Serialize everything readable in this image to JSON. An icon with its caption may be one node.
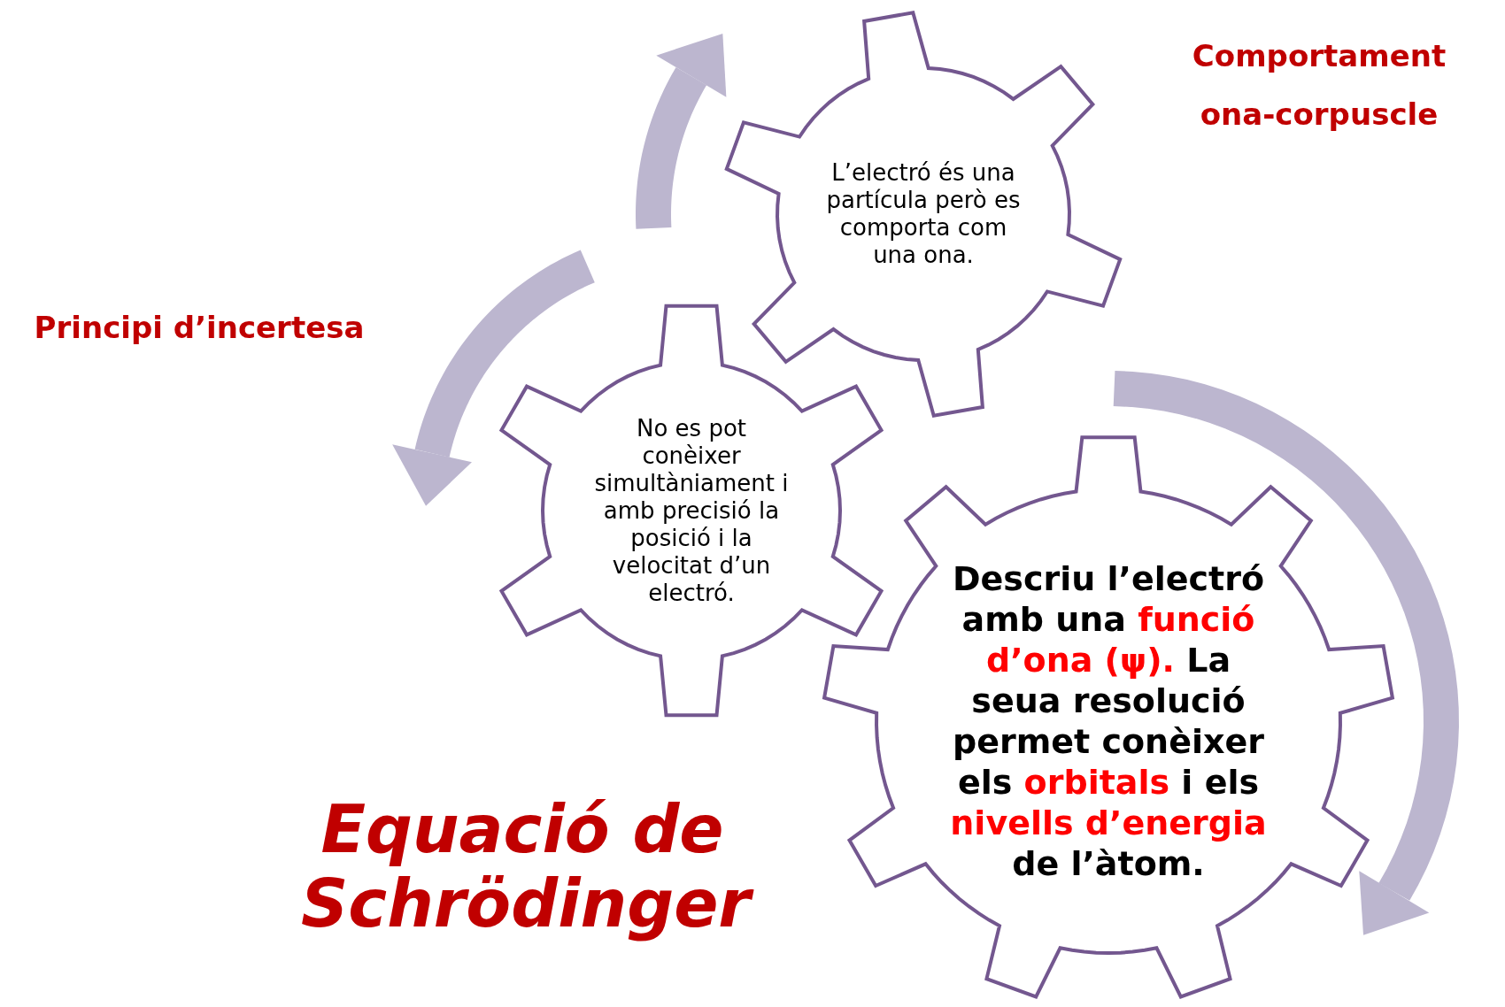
{
  "diagram": {
    "title": "Equació de Schrödinger",
    "nodes": [
      {
        "text": [
          "L’electró és una partícula però es comporta com una ona."
        ]
      },
      {
        "text": [
          "No es pot conèixer simultàniament i amb precisió la posició i la velocitat d’un electró."
        ]
      },
      {
        "text": [
          "Descriu l’electró amb una **funció d’ona (ψ).** La seua resolució permet conèixer els **orbitals** i els **nivells d’energia** de l’àtom."
        ]
      }
    ],
    "labels": [
      "Comportament ona-corpuscle",
      "Principi d’incertesa"
    ]
  }
}
